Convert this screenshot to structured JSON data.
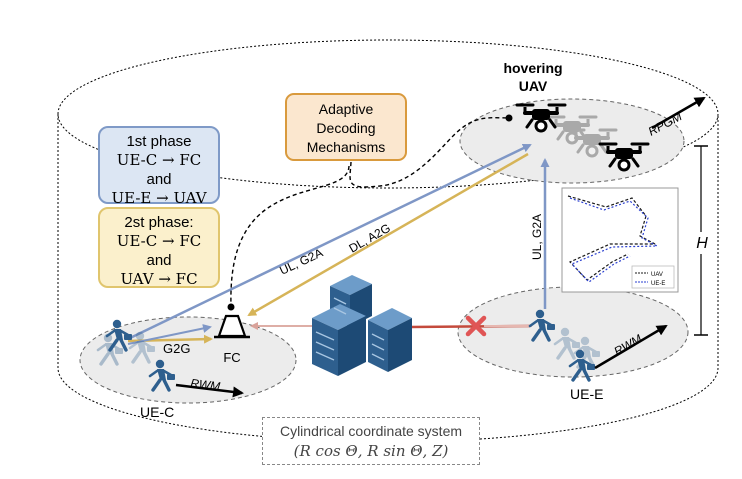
{
  "phase1": {
    "title": "1st phase",
    "line1": "UE-C → FC",
    "and": "and",
    "line2": "UE-E → UAV"
  },
  "phase2": {
    "title": "2st phase:",
    "line1": "UE-C → FC",
    "and": "and",
    "line2": "UAV → FC"
  },
  "adaptive": {
    "line1": "Adaptive",
    "line2": "Decoding",
    "line3": "Mechanisms"
  },
  "uav": {
    "line1": "hovering",
    "line2": "UAV",
    "mobility": "RPGM"
  },
  "links": {
    "ul_g2a_fc": "UL, G2A",
    "dl_a2g": "DL, A2G",
    "ul_g2a_ue": "UL, G2A",
    "g2g": "G2G"
  },
  "nodes": {
    "fc": "FC",
    "ue_c": "UE-C",
    "ue_e": "UE-E"
  },
  "mobility": {
    "ue_c": "RWM",
    "ue_e": "RWM"
  },
  "height_label": "H",
  "inset_legend": {
    "uav": "UAV",
    "ue_e": "UE-E"
  },
  "coord": {
    "title": "Cylindrical coordinate system",
    "formula": "(R cos Θ, R sin Θ, Z)"
  },
  "colors": {
    "blue_link": "#7f97c6",
    "gold_link": "#d6b458",
    "blocked_link": "#c44a3c",
    "blocked_mark": "#e05555",
    "building": "#2e5f8e"
  }
}
